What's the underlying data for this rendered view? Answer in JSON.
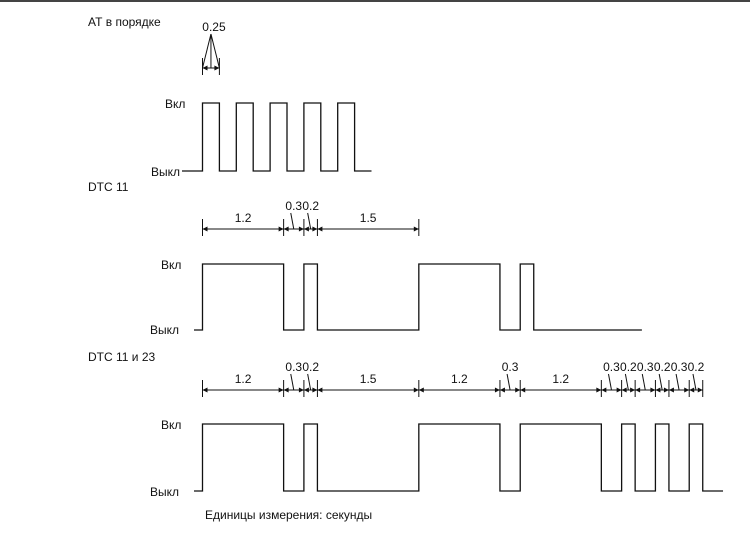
{
  "border_color": "#444444",
  "signal_color": "#111111",
  "level_labels": {
    "on": "Вкл",
    "off": "Выкл"
  },
  "units_note": "Единицы измерения: секунды",
  "sections": [
    {
      "title": "АТ в порядке",
      "dimensions": [
        {
          "text": "0.25",
          "from": 0,
          "to": 0.25
        }
      ],
      "pulses": [
        {
          "start": 0,
          "end": 0.25
        },
        {
          "start": 0.5,
          "end": 0.75
        },
        {
          "start": 1.0,
          "end": 1.25
        },
        {
          "start": 1.5,
          "end": 1.75
        },
        {
          "start": 2.0,
          "end": 2.25
        }
      ],
      "signal_end": 2.5
    },
    {
      "title": "DTC  11",
      "dimensions": [
        {
          "text": "1.2",
          "from": 0,
          "to": 1.2
        },
        {
          "text": "0.3",
          "from": 1.2,
          "to": 1.5
        },
        {
          "text": "0.2",
          "from": 1.5,
          "to": 1.7
        },
        {
          "text": "1.5",
          "from": 1.7,
          "to": 3.2
        }
      ],
      "pulses": [
        {
          "start": 0,
          "end": 1.2
        },
        {
          "start": 1.5,
          "end": 1.7
        },
        {
          "start": 3.2,
          "end": 4.4
        },
        {
          "start": 4.7,
          "end": 4.9
        }
      ],
      "signal_end": 6.5
    },
    {
      "title": "DTC  11  и  23",
      "dimensions": [
        {
          "text": "1.2",
          "from": 0,
          "to": 1.2
        },
        {
          "text": "0.3",
          "from": 1.2,
          "to": 1.5
        },
        {
          "text": "0.2",
          "from": 1.5,
          "to": 1.7
        },
        {
          "text": "1.5",
          "from": 1.7,
          "to": 3.2
        },
        {
          "text": "1.2",
          "from": 3.2,
          "to": 4.4
        },
        {
          "text": "0.3",
          "from": 4.4,
          "to": 4.7
        },
        {
          "text": "1.2",
          "from": 4.7,
          "to": 5.9
        },
        {
          "text": "0.3",
          "from": 5.9,
          "to": 6.2
        },
        {
          "text": "0.2",
          "from": 6.2,
          "to": 6.4
        },
        {
          "text": "0.3",
          "from": 6.4,
          "to": 6.7
        },
        {
          "text": "0.2",
          "from": 6.7,
          "to": 6.9
        },
        {
          "text": "0.3",
          "from": 6.9,
          "to": 7.2
        },
        {
          "text": "0.2",
          "from": 7.2,
          "to": 7.4
        }
      ],
      "pulses": [
        {
          "start": 0,
          "end": 1.2
        },
        {
          "start": 1.5,
          "end": 1.7
        },
        {
          "start": 3.2,
          "end": 4.4
        },
        {
          "start": 4.7,
          "end": 5.9
        },
        {
          "start": 6.2,
          "end": 6.4
        },
        {
          "start": 6.7,
          "end": 6.9
        },
        {
          "start": 7.2,
          "end": 7.4
        }
      ],
      "signal_end": 7.7
    }
  ]
}
